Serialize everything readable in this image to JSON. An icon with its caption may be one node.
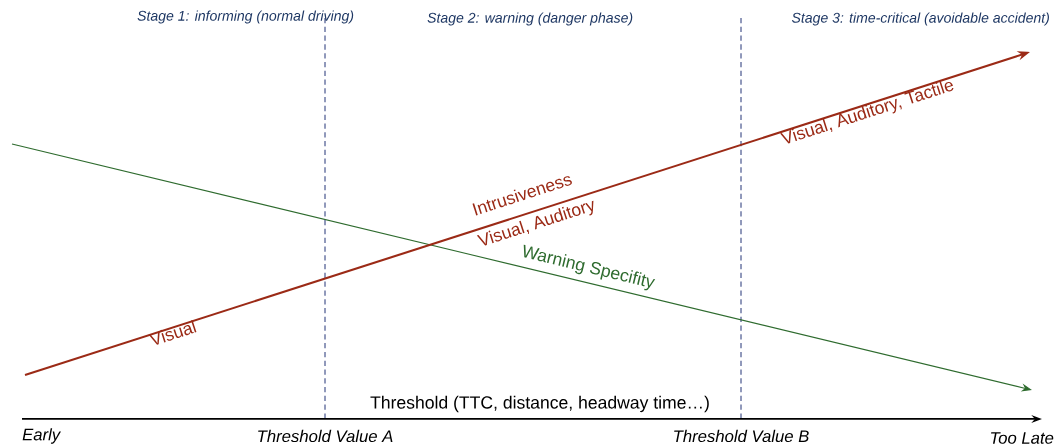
{
  "diagram": {
    "labels": [
      "Stage 1: informing (normal driving)",
      "Stage 2: warning (danger phase)",
      "Stage 3: time-critical (avoidable accident)",
      "Visual, Auditory, Tactile",
      "Intrusiveness",
      "Visual, Auditory",
      "Warning Specifity",
      "Visual",
      "Threshold (TTC, distance, headway time…)",
      "Early",
      "Threshold Value A",
      "Threshold Value B",
      "Too Late"
    ]
  }
}
